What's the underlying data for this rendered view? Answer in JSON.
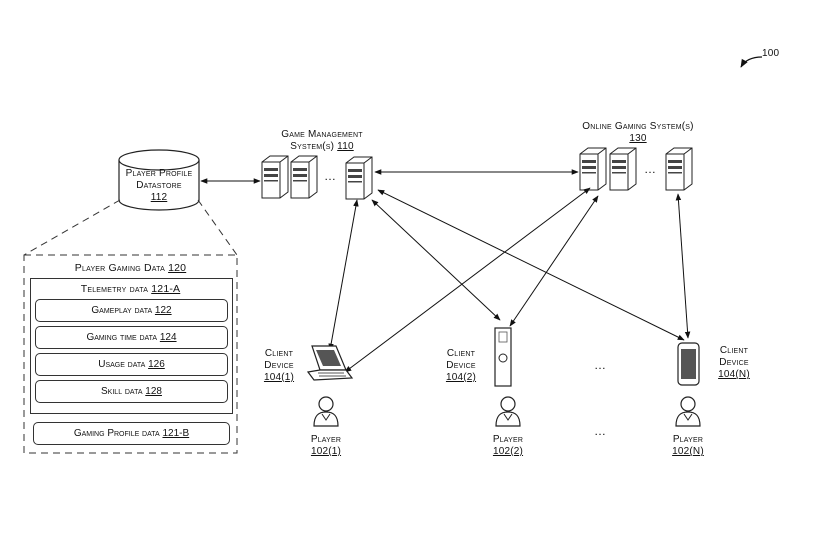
{
  "figure_ref": "100",
  "datastore": {
    "line1": "Player Profile",
    "line2": "Datastore",
    "ref": "112"
  },
  "game_mgmt": {
    "line1": "Game Management",
    "line2": "System(s)",
    "ref": "110"
  },
  "online": {
    "line1": "Online Gaming System(s)",
    "ref": "130"
  },
  "ellipsis": "…",
  "panel": {
    "title": "Player Gaming Data",
    "title_ref": "120",
    "telemetry": "Telemetry data",
    "telemetry_ref": "121-A",
    "items": [
      {
        "label": "Gameplay data",
        "ref": "122"
      },
      {
        "label": "Gaming time data",
        "ref": "124"
      },
      {
        "label": "Usage data",
        "ref": "126"
      },
      {
        "label": "Skill data",
        "ref": "128"
      }
    ],
    "profile": "Gaming Profile data",
    "profile_ref": "121-B"
  },
  "clients": [
    {
      "line1": "Client",
      "line2": "Device",
      "ref": "104(1)"
    },
    {
      "line1": "Client",
      "line2": "Device",
      "ref": "104(2)"
    },
    {
      "line1": "Client",
      "line2": "Device",
      "ref": "104(N)"
    }
  ],
  "players": [
    {
      "label": "Player",
      "ref": "102(1)"
    },
    {
      "label": "Player",
      "ref": "102(2)"
    },
    {
      "label": "Player",
      "ref": "102(N)"
    }
  ]
}
